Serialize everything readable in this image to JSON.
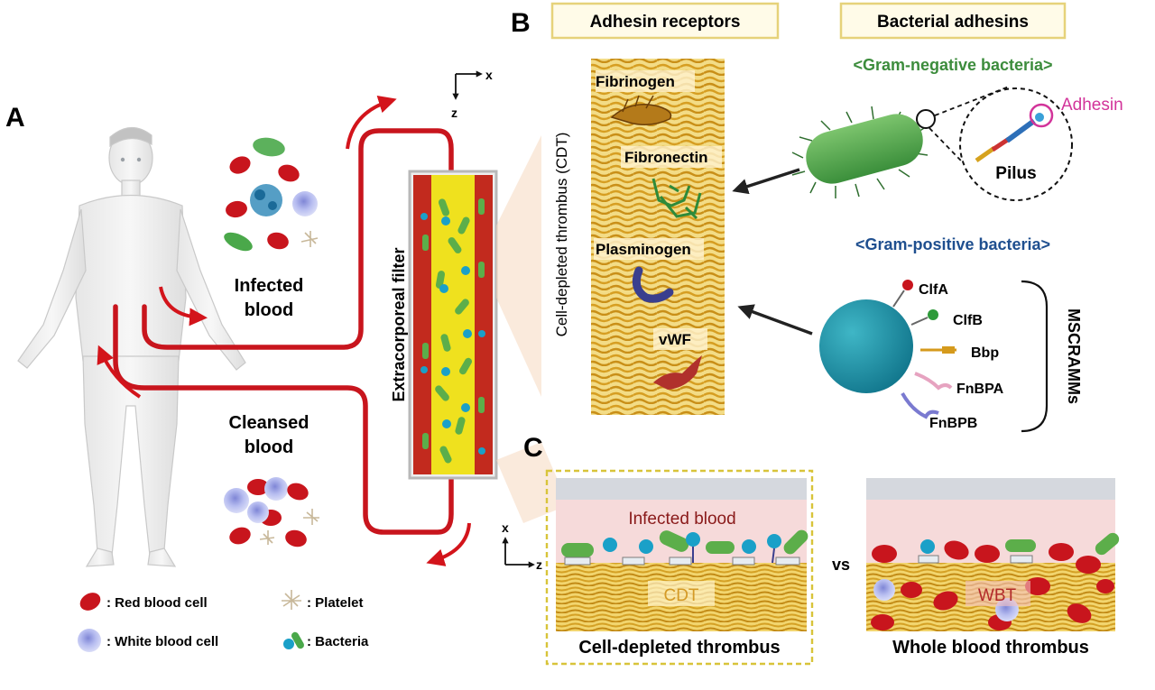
{
  "panels": {
    "a": "A",
    "b": "B",
    "c": "C"
  },
  "panel_a": {
    "infected_blood": [
      "Infected",
      "blood"
    ],
    "cleansed_blood": [
      "Cleansed",
      "blood"
    ],
    "filter_label": "Extracorporeal filter",
    "axis_x": "x",
    "axis_z": "z"
  },
  "legend": {
    "red_blood_cell": ": Red blood cell",
    "white_blood_cell": ": White blood cell",
    "platelet": ": Platelet",
    "bacteria": ": Bacteria"
  },
  "panel_b": {
    "header_receptors": "Adhesin receptors",
    "header_adhesins": "Bacterial adhesins",
    "cdt_vertical": "Cell-depleted thrombus (CDT)",
    "receptors": [
      "Fibrinogen",
      "Fibronectin",
      "Plasminogen",
      "vWF"
    ],
    "gram_negative": "<Gram-negative bacteria>",
    "gram_positive": "<Gram-positive bacteria>",
    "adhesin": "Adhesin",
    "pilus": "Pilus",
    "mscramms": [
      "ClfA",
      "ClfB",
      "Bbp",
      "FnBPA",
      "FnBPB"
    ],
    "mscramms_group": "MSCRAMMs"
  },
  "panel_c": {
    "infected_blood": "Infected blood",
    "cdt": "CDT",
    "wbt": "WBT",
    "vs": "vs",
    "cdt_caption": "Cell-depleted thrombus",
    "wbt_caption": "Whole blood thrombus",
    "axis_x": "x",
    "axis_z": "z"
  },
  "colors": {
    "red": "#c8151d",
    "rbc": "#c8151d",
    "wbc": "#a9b2e8",
    "bacteria_green": "#4a9e4a",
    "bacteria_blue": "#1aa0c8",
    "fibrin": "#e0b43a",
    "filter_yellow": "#f0e020",
    "gram_negative": "#3c8c3c",
    "gram_positive": "#1f4f8f",
    "adhesin_magenta": "#d2349a"
  }
}
